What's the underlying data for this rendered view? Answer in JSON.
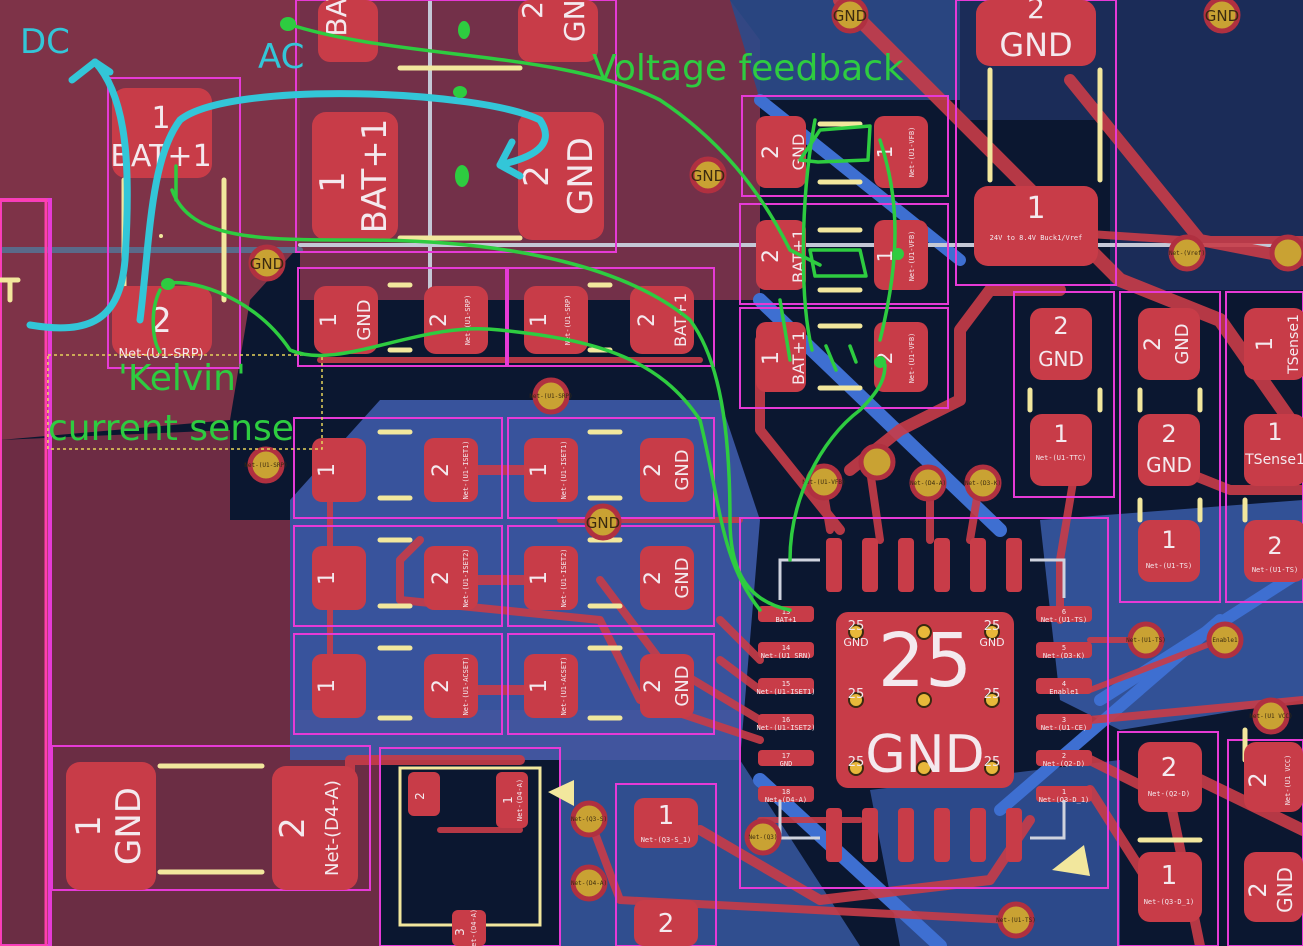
{
  "annotations": {
    "dc_label": "DC",
    "ac_label": "AC",
    "voltage_feedback": "Voltage feedback",
    "kelvin_line1": "'Kelvin'",
    "kelvin_line2": "current sense"
  },
  "pads": {
    "r1_p1": "1",
    "r1_p1_net": "BAT+1",
    "r1_p2": "2",
    "r1_p2_net": "Net-(U1-SRP)",
    "big_p1": "1",
    "big_p1_net": "BAT+1",
    "big_p2": "2",
    "big_p2_net": "GND",
    "top_p1_net": "BAT",
    "top_p2_net": "GND",
    "fb1_p1": "2",
    "fb1_n1": "GND",
    "fb1_p2": "1",
    "fb1_n2": "Net-(U1-VFB)",
    "fb2_p1": "2",
    "fb2_n1": "BAT+1",
    "fb2_p2": "1",
    "fb2_n2": "Net-(U1-VFB)",
    "fb3_p1": "1",
    "fb3_n1": "BAT+1",
    "fb3_p2": "2",
    "fb3_n2": "Net-(U1-VFB)",
    "tr_top_p": "2",
    "tr_top_n": "GND",
    "buck_p": "1",
    "buck_n": "24V to 8.4V Buck1/Vref",
    "gnd": "GND",
    "row1a_p1": "1",
    "row1a_n1": "GND",
    "row1a_p2": "2",
    "row1a_n2": "Net-(U1-SRP)",
    "row1b_p1": "1",
    "row1b_n1": "Net-(U1-SRP)",
    "row1b_p2": "2",
    "row1b_n2": "BAT+1",
    "ttc_p2": "2",
    "ttc_n2": "GND",
    "ttc_p1": "1",
    "ttc_n1": "Net-(U1-TTC)",
    "ts1_p2": "2",
    "ts1_n2": "GND",
    "ts1_p1": "1",
    "ts1_n1": "TSense1",
    "ts2_p2": "2",
    "ts2_n2": "GND",
    "ts2_p1": "1",
    "ts2_n1": "TSense1",
    "uts_p1": "1",
    "uts_n1": "Net-(U1-TS)",
    "uts_p2": "2",
    "uts_n2": "Net-(U1-TS)",
    "m1": "1",
    "m2": "2",
    "m_net1": "Net-(U1-ISET1)",
    "m_net2": "Net-(U1-ISET2)",
    "m_net3": "Net-(U1-ACSET)",
    "ic_num": "25",
    "ic_net": "GND",
    "ic_small": "25",
    "ic_small_net": "GND",
    "d4_p1": "1",
    "d4_n1": "GND",
    "d4_p2": "2",
    "d4_n2": "Net-(D4-A)",
    "q3_p1": "1",
    "q3_n1": "Net-(Q3-S_1)",
    "q3_p2": "2",
    "q2_p2": "2",
    "q2_n2": "Net-(Q2-D)",
    "q2_p1": "1",
    "q2_n1": "Net-(Q3-D_1)",
    "rc_p2": "2",
    "rc_n2": "Net-(U1 VCC)",
    "rb_p2": "2",
    "rb_n2": "GND",
    "pin_13": "13",
    "pin_13n": "BAT+1",
    "pin_14": "14",
    "pin_14n": "Net-(U1 SRN)",
    "pin_15": "15",
    "pin_15n": "Net-(U1-ISET1)",
    "pin_16": "16",
    "pin_16n": "Net-(U1-ISET2)",
    "pin_17": "17",
    "pin_17n": "GND",
    "pin_18": "18",
    "pin_18n": "Net-(D4-A)",
    "pin_6": "6",
    "pin_6n": "Net-(U1-TS)",
    "pin_5": "5",
    "pin_5n": "Net-(D3-K)",
    "pin_4": "4",
    "pin_4n": "Enable1",
    "pin_3": "3",
    "pin_3n": "Net-(U1-CE)",
    "pin_2": "2",
    "pin_2n": "Net-(Q2-D)",
    "pin_1": "1",
    "pin_1n": "Net-(Q3-D_1)",
    "d4_small1": "2",
    "d4_small2": "1",
    "d4_small3": "3",
    "d4_smalln": "Net-(D4-A)"
  },
  "vias": {
    "gnd": "GND",
    "enable": "Enable1",
    "d4": "Net-(D4-A)",
    "q3s": "Net-(Q3-S)",
    "q3": "Net-(Q3)",
    "u1ts": "Net-(U1-TS)",
    "u1vcc": "Net-(U1 VCC)",
    "srp": "Net-(U1-SRP)",
    "d3k": "Net-(D3-K)",
    "vfb": "Net-(U1-VFB)",
    "bat": "BAT+1",
    "vref": "Net-(Vref)"
  },
  "colors": {
    "background": "#0b1730",
    "copper_front": "#c83c48",
    "copper_back": "#3e6fd1",
    "fill_zone": "#7a3247",
    "silk": "#f2e79d",
    "courtyard": "#e63ad6",
    "annotation_blue": "#33c6d8",
    "annotation_green": "#2ecc40"
  }
}
